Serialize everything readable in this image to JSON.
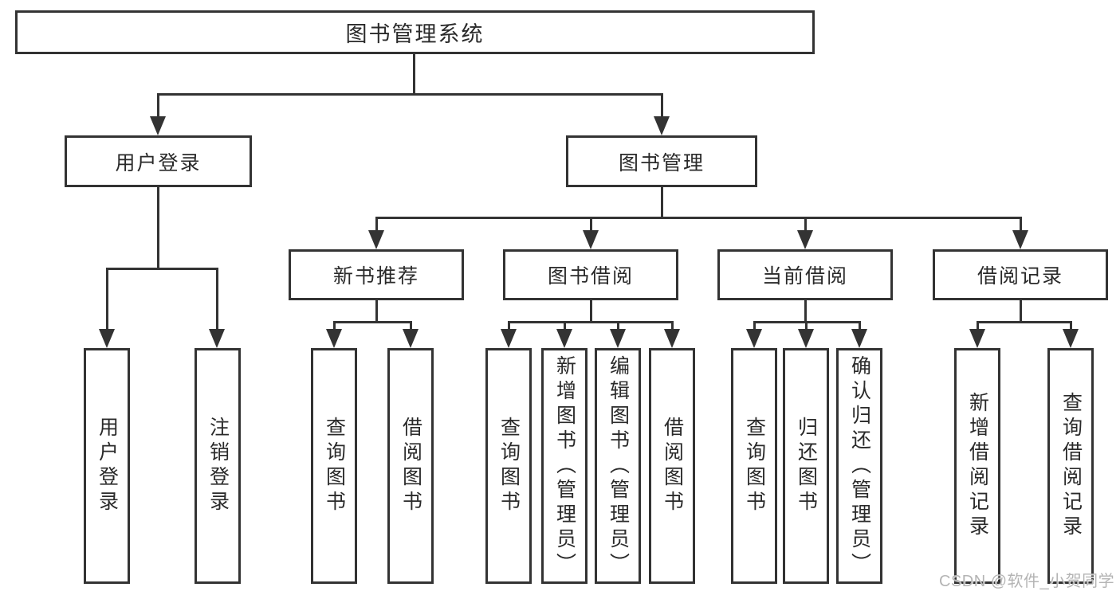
{
  "tree": {
    "root": {
      "label": "图书管理系统"
    },
    "user_login": {
      "label": "用户登录",
      "children": {
        "login": "用户登录",
        "logout": "注销登录"
      }
    },
    "book_management": {
      "label": "图书管理",
      "sections": {
        "new_book_recommend": {
          "label": "新书推荐",
          "children": {
            "query_books": "查询图书",
            "borrow_books": "借阅图书"
          }
        },
        "book_borrowing": {
          "label": "图书借阅",
          "children": {
            "query_books": "查询图书",
            "add_books_admin": "新增图书（管理员）",
            "edit_books_admin": "编辑图书（管理员）",
            "borrow_books": "借阅图书"
          }
        },
        "current_borrowing": {
          "label": "当前借阅",
          "children": {
            "query_books": "查询图书",
            "return_books": "归还图书",
            "confirm_return_admin": "确认归还（管理员）"
          }
        },
        "borrowing_records": {
          "label": "借阅记录",
          "children": {
            "add_borrow_record": "新增借阅记录",
            "query_borrow_record": "查询借阅记录"
          }
        }
      }
    }
  },
  "watermark": "CSDN @软件_小贺同学",
  "colors": {
    "background": "#ffffff",
    "line": "#333333",
    "text": "#2a2a2a",
    "watermark": "#b4b4b4"
  }
}
